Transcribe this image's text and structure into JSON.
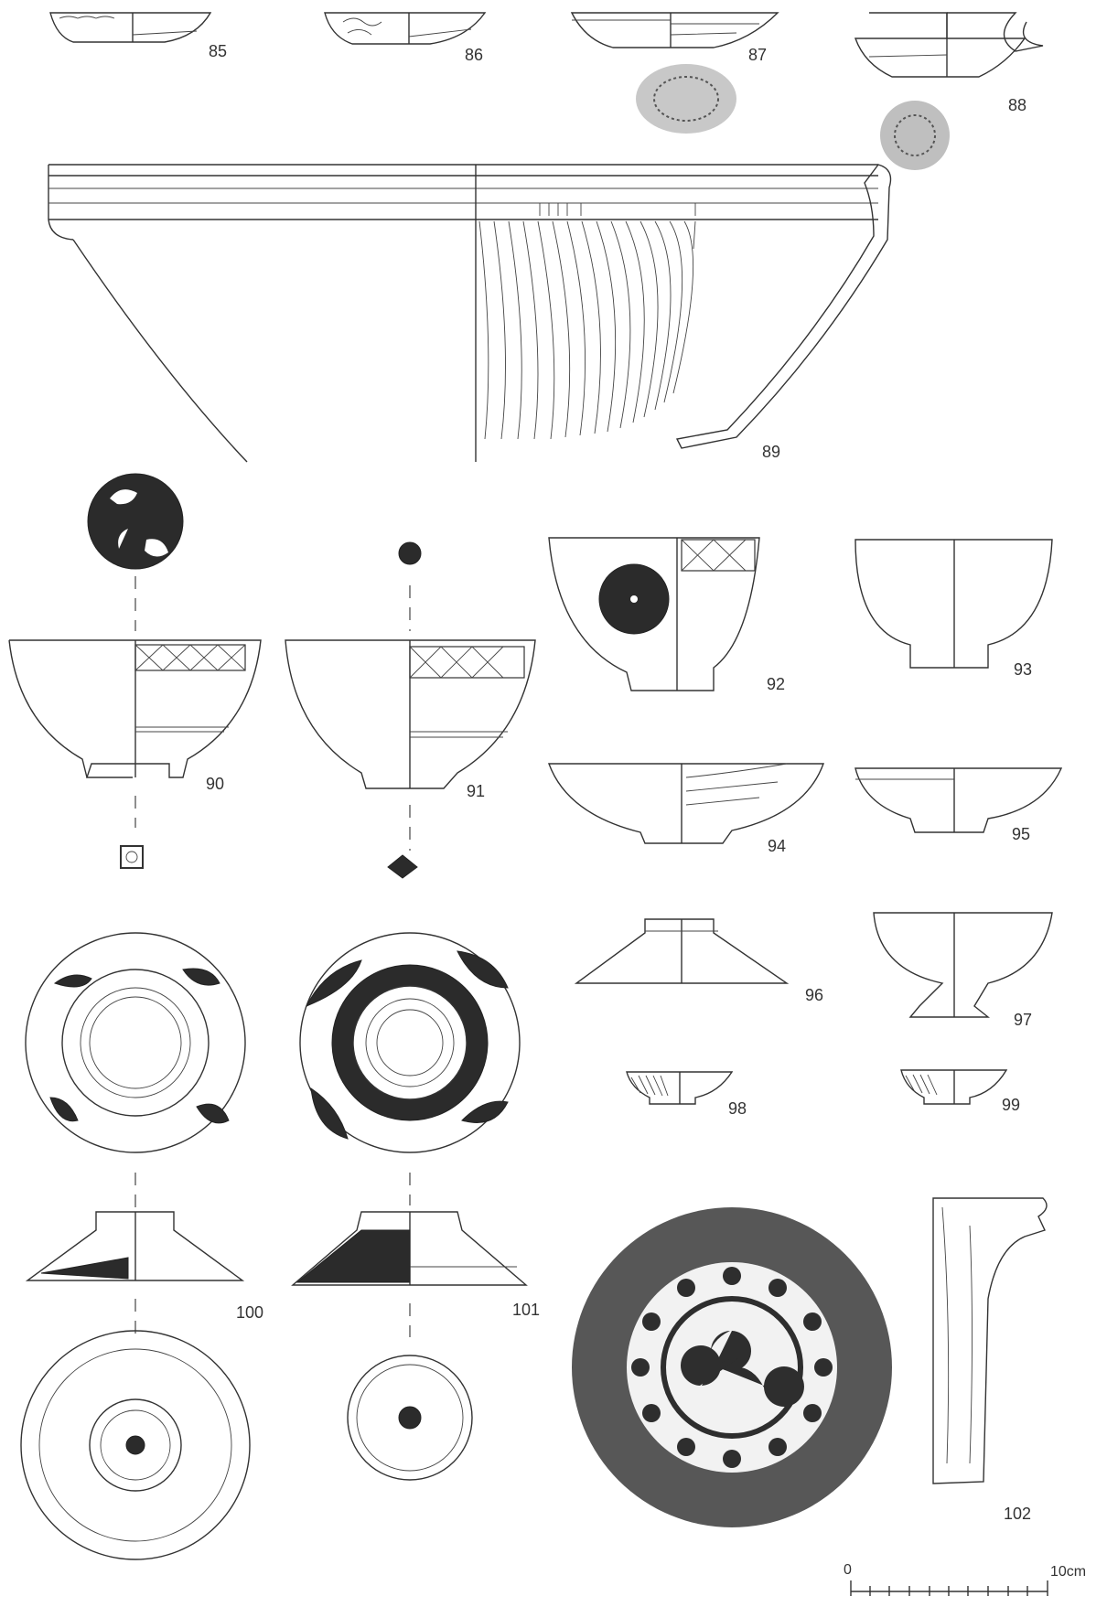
{
  "figure_numbers": {
    "f85": "85",
    "f86": "86",
    "f87": "87",
    "f88": "88",
    "f89": "89",
    "f90": "90",
    "f91": "91",
    "f92": "92",
    "f93": "93",
    "f94": "94",
    "f95": "95",
    "f96": "96",
    "f97": "97",
    "f98": "98",
    "f99": "99",
    "f100": "100",
    "f101": "101",
    "f102": "102"
  },
  "scale_bar": {
    "start_label": "0",
    "end_label": "10cm"
  },
  "colors": {
    "ink": "#333333",
    "fill_dark": "#2b2b2b",
    "rubbing": "#3a3a3a",
    "paper": "#ffffff"
  }
}
